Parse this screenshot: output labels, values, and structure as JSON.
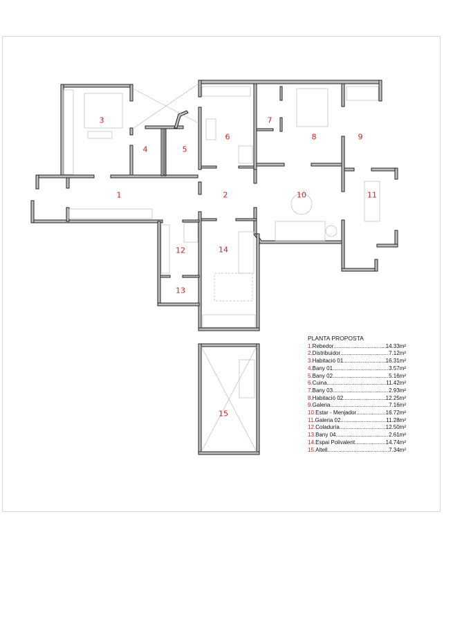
{
  "legend": {
    "title": "PLANTA PROPOSTA",
    "items": [
      {
        "num": "1.",
        "name": "Rebedor",
        "area": "14.33m²"
      },
      {
        "num": "2.",
        "name": "Distribuidor ",
        "area": "7.12m²"
      },
      {
        "num": "3.",
        "name": "Habitació 01",
        "area": "16.31m²"
      },
      {
        "num": "4.",
        "name": "Bany 01",
        "area": "3.57m²"
      },
      {
        "num": "5.",
        "name": "Bany 02",
        "area": "5.16m²"
      },
      {
        "num": "6.",
        "name": "Cuina",
        "area": "11.42m²"
      },
      {
        "num": "7.",
        "name": "Bany 03",
        "area": "2.93m²"
      },
      {
        "num": "8.",
        "name": "Habitació 02",
        "area": "12.25m²"
      },
      {
        "num": "9.",
        "name": "Galeria",
        "area": "7.16m²"
      },
      {
        "num": "10.",
        "name": "Estar - Menjador",
        "area": "16.72m²"
      },
      {
        "num": "11.",
        "name": "Galeria 02",
        "area": "11.28m²"
      },
      {
        "num": "12.",
        "name": "Coladuría",
        "area": "12.50m²"
      },
      {
        "num": "13.",
        "name": "Bany 04",
        "area": "2.61m²"
      },
      {
        "num": "14.",
        "name": "Espai Polivalent",
        "area": "14.74m²"
      },
      {
        "num": "15.",
        "name": "Altell",
        "area": "7.34m²"
      }
    ]
  },
  "room_labels": [
    "1",
    "2",
    "3",
    "4",
    "5",
    "6",
    "7",
    "8",
    "9",
    "10",
    "11",
    "12",
    "13",
    "14",
    "15"
  ],
  "colors": {
    "label": "#d01c1c",
    "wall": "#bdbdbd"
  }
}
